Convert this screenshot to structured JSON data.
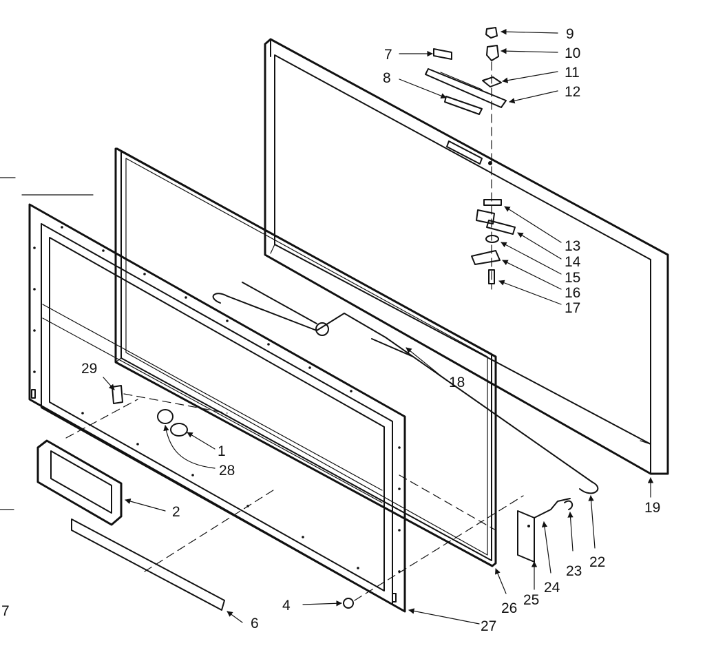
{
  "callouts": [
    "1",
    "2",
    "4",
    "6",
    "7",
    "8",
    "9",
    "10",
    "11",
    "12",
    "13",
    "14",
    "15",
    "16",
    "17",
    "18",
    "19",
    "22",
    "23",
    "24",
    "25",
    "26",
    "27",
    "28",
    "29"
  ],
  "corner_mark": "7",
  "icons": [
    "arrow",
    "hinge-part",
    "door-panel",
    "gasket-frame",
    "outer-door-frame"
  ]
}
